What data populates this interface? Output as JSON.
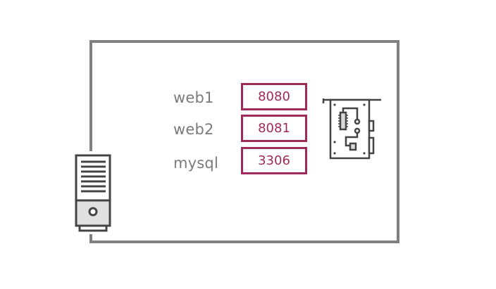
{
  "containers": [
    {
      "name": "web1",
      "port": "8080"
    },
    {
      "name": "web2",
      "port": "8081"
    },
    {
      "name": "mysql",
      "port": "3306"
    }
  ],
  "icons": {
    "host": "server-tower-icon",
    "nic": "network-card-icon"
  },
  "colors": {
    "frame": "#808080",
    "port_border": "#9e2a5a",
    "port_text": "#9e2a5a",
    "label_text": "#7a7a7a",
    "icon_stroke": "#444444"
  }
}
